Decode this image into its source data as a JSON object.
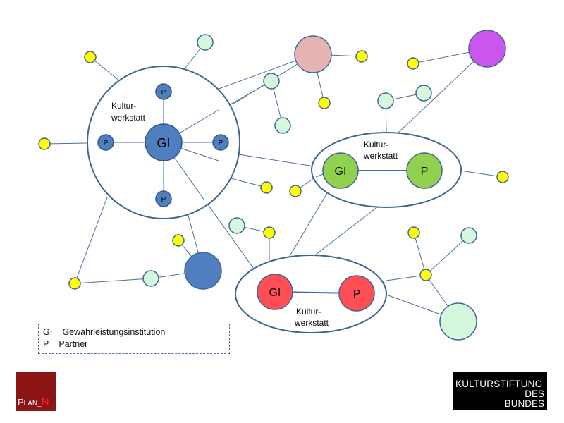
{
  "diagram": {
    "hubs": {
      "left": {
        "gi": "GI",
        "label_line1": "Kultur-",
        "label_line2": "werkstatt",
        "partner": "P"
      },
      "right": {
        "gi": "GI",
        "partner": "P",
        "label_line1": "Kultur-",
        "label_line2": "werkstatt"
      },
      "bottom": {
        "gi": "GI",
        "partner": "P",
        "label_line1": "Kultur-",
        "label_line2": "werkstatt"
      }
    },
    "colors": {
      "line": "#4a6f9a",
      "blue": "#4f7fbf",
      "green": "#92d050",
      "red": "#ff4f55",
      "light_green": "#d4f7dd",
      "yellow": "#ffff00",
      "pink": "#e6b4b0",
      "purple": "#cc55ee"
    }
  },
  "legend": {
    "line1": "GI = Gewährleistungsinstitution",
    "line2": "P = Partner"
  },
  "logos": {
    "plan_n": {
      "p": "P",
      "lan": "LAN",
      "underscore": "_",
      "n": "N"
    },
    "kulturstiftung": {
      "line1": "KULTURSTIFTUNG",
      "line2": "DES",
      "line3": "BUNDES"
    }
  }
}
